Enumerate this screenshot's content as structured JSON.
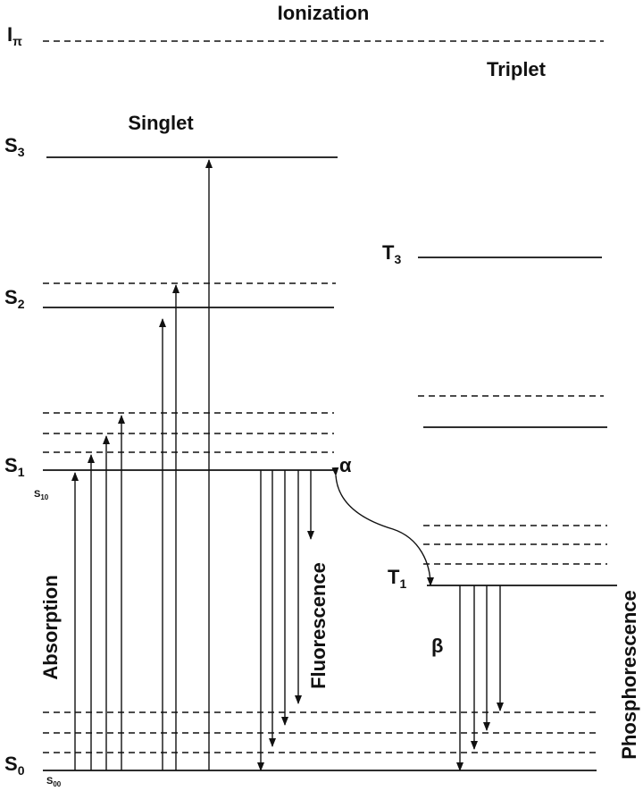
{
  "title_ionization": "Ionization",
  "title_singlet": "Singlet",
  "title_triplet": "Triplet",
  "levels": {
    "ionization": {
      "main": "I",
      "sub": "π"
    },
    "s3": {
      "main": "S",
      "sub": "3"
    },
    "s2": {
      "main": "S",
      "sub": "2"
    },
    "s1": {
      "main": "S",
      "sub": "1"
    },
    "s0": {
      "main": "S",
      "sub": "0"
    },
    "t3": {
      "main": "T",
      "sub": "3"
    },
    "t1": {
      "main": "T",
      "sub": "1"
    },
    "s10": {
      "main": "S",
      "sub": "10"
    },
    "s00": {
      "main": "S",
      "sub": "00"
    }
  },
  "process_labels": {
    "absorption": "Absorption",
    "fluorescence": "Fluorescence",
    "phosphorescence": "Phosphorescence",
    "alpha": "α",
    "beta": "β"
  }
}
